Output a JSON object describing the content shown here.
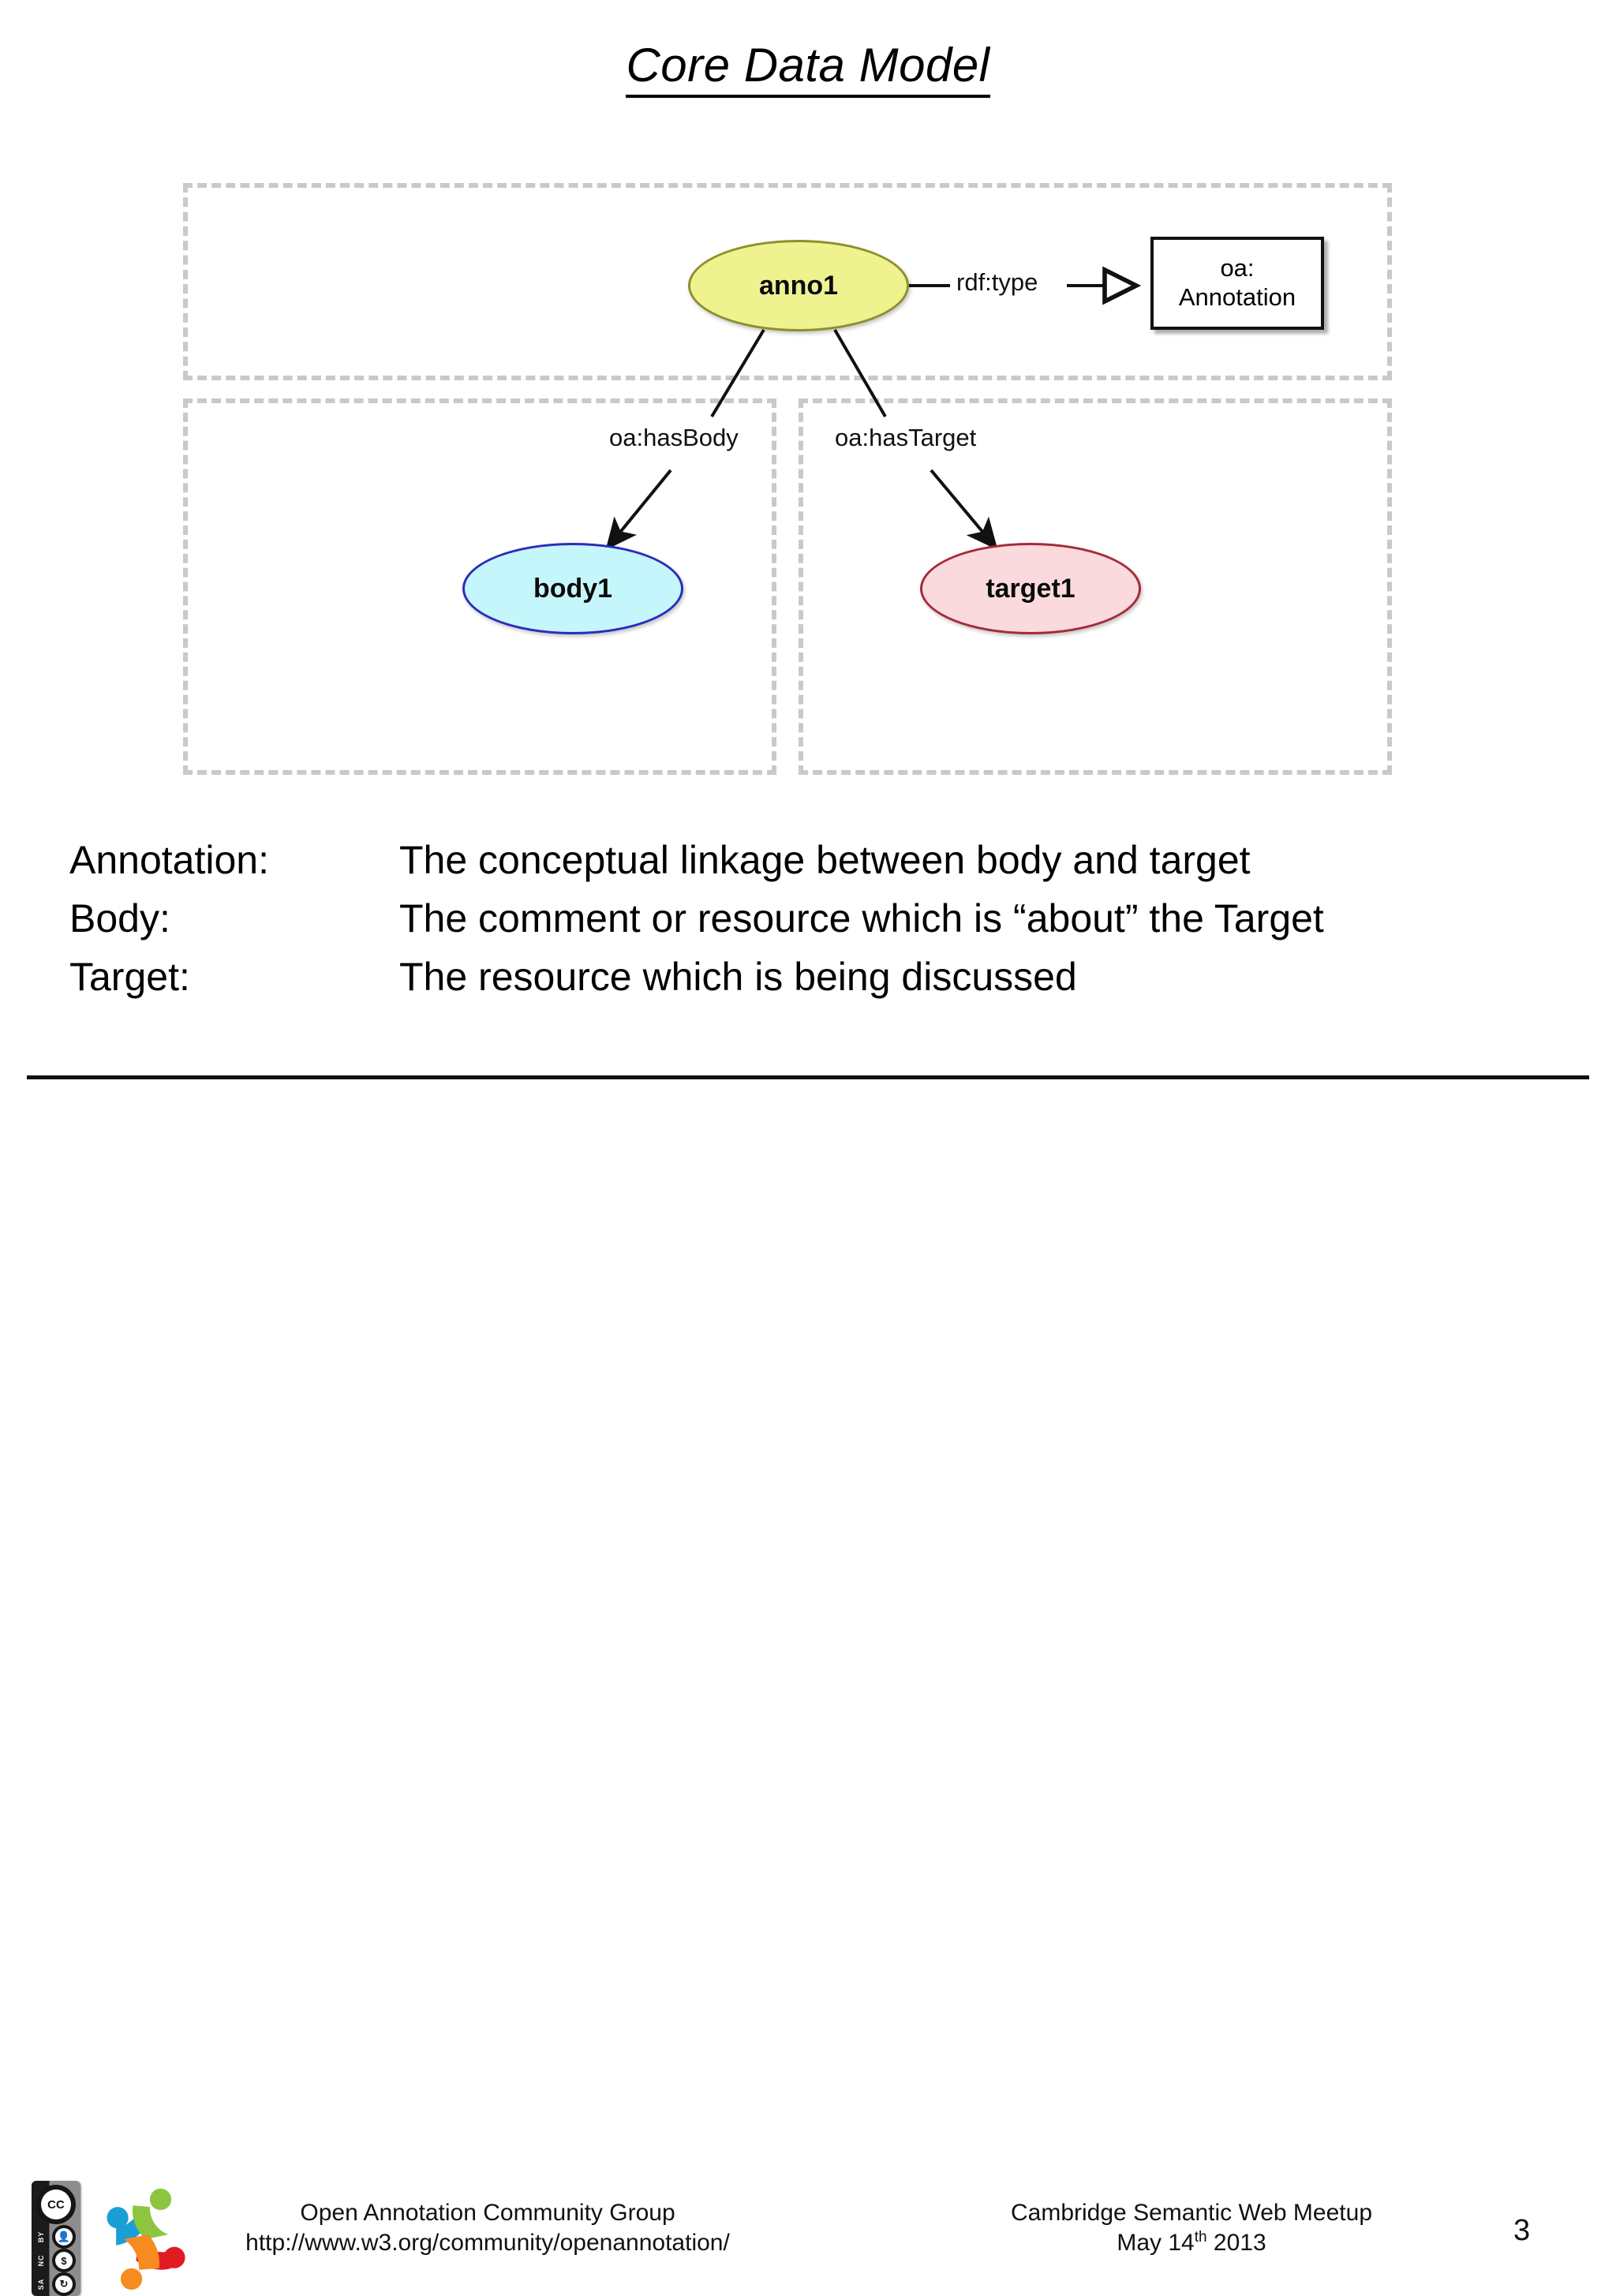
{
  "slide": {
    "title": "Core Data Model",
    "page_number": "3"
  },
  "diagram": {
    "nodes": [
      {
        "id": "anno1",
        "label": "anno1",
        "shape": "ellipse",
        "fill": "#eef28f",
        "stroke": "#8f8f2c"
      },
      {
        "id": "body1",
        "label": "body1",
        "shape": "ellipse",
        "fill": "#c4f6fb",
        "stroke": "#2b2bbd"
      },
      {
        "id": "target1",
        "label": "target1",
        "shape": "ellipse",
        "fill": "#fadadd",
        "stroke": "#a62a3a"
      }
    ],
    "class_box": {
      "line1": "oa:",
      "line2": "Annotation"
    },
    "edges": [
      {
        "from": "anno1",
        "to": "oa:Annotation",
        "label": "rdf:type",
        "arrow": "hollow-triangle"
      },
      {
        "from": "anno1",
        "to": "body1",
        "label": "oa:hasBody",
        "arrow": "filled"
      },
      {
        "from": "anno1",
        "to": "target1",
        "label": "oa:hasTarget",
        "arrow": "filled"
      }
    ],
    "groups": [
      {
        "id": "annotation-group",
        "style": "dashed",
        "color": "#c9c9c9"
      },
      {
        "id": "body-group",
        "style": "dashed",
        "color": "#c9c9c9"
      },
      {
        "id": "target-group",
        "style": "dashed",
        "color": "#c9c9c9"
      }
    ]
  },
  "definitions": [
    {
      "term": "Annotation:",
      "description": "The conceptual linkage between body and target"
    },
    {
      "term": "Body:",
      "description": "The comment or resource which is “about” the Target"
    },
    {
      "term": "Target:",
      "description": "The resource which is being discussed"
    }
  ],
  "footer": {
    "license_badge": {
      "cc": "CC",
      "by": "BY",
      "nc": "NC",
      "sa": "SA"
    },
    "left_line1": "Open Annotation Community Group",
    "left_line2": "http://www.w3.org/community/openannotation/",
    "right_line1": "Cambridge Semantic Web Meetup",
    "right_line2_prefix": "May 14",
    "right_line2_sup": "th",
    "right_line2_suffix": " 2013"
  }
}
